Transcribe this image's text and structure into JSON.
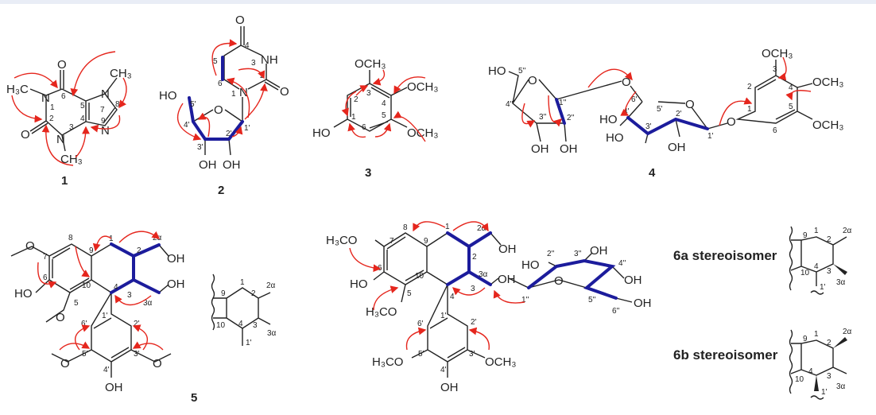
{
  "compounds": {
    "c1": {
      "number": "1",
      "labels": [
        "O",
        "H₃C",
        "N",
        "CH₃",
        "N",
        "N",
        "O",
        "N",
        "CH₃"
      ],
      "atoms": [
        "1",
        "2",
        "3",
        "4",
        "5",
        "6",
        "7",
        "8",
        "9"
      ]
    },
    "c2": {
      "number": "2",
      "labels": [
        "O",
        "NH",
        "O",
        "N",
        "HO",
        "O",
        "OH",
        "OH"
      ],
      "atoms": [
        "1",
        "2",
        "3",
        "4",
        "5",
        "6",
        "1'",
        "2'",
        "3'",
        "4'",
        "5'"
      ]
    },
    "c3": {
      "number": "3",
      "labels": [
        "OCH₃",
        "OCH₃",
        "OCH₃",
        "HO"
      ],
      "atoms": [
        "1",
        "2",
        "3",
        "4",
        "5",
        "6"
      ]
    },
    "c4": {
      "number": "4",
      "labels": [
        "HO",
        "O",
        "OH",
        "OH",
        "O",
        "O",
        "HO",
        "HO",
        "OH",
        "O",
        "OCH₃",
        "OCH₃",
        "OCH₃"
      ],
      "atoms": [
        "5''",
        "4''",
        "3''",
        "2''",
        "1''",
        "6'",
        "5'",
        "4'",
        "3'",
        "2'",
        "1'",
        "1",
        "2",
        "3",
        "4",
        "5",
        "6"
      ]
    },
    "c5": {
      "number": "5",
      "labels": [
        "O",
        "HO",
        "O",
        "OH",
        "OH",
        "O",
        "O",
        "OH"
      ],
      "atoms": [
        "1",
        "2",
        "2α",
        "3",
        "3α",
        "4",
        "5",
        "6",
        "7",
        "8",
        "9",
        "10",
        "1'",
        "2'",
        "3'",
        "4'",
        "5'",
        "6'"
      ],
      "fragment": [
        "1",
        "2",
        "2α",
        "3",
        "3α",
        "4",
        "9",
        "10",
        "1'"
      ]
    },
    "c6": {
      "labels": [
        "H₃CO",
        "HO",
        "H₃CO",
        "OH",
        "OH",
        "O",
        "HO",
        "OH",
        "OH",
        "OH",
        "H₃CO",
        "OCH₃",
        "OH"
      ],
      "atoms": [
        "1",
        "2",
        "2α",
        "3",
        "3α",
        "4",
        "5",
        "6",
        "7",
        "8",
        "9",
        "10",
        "1'",
        "2'",
        "3'",
        "4'",
        "5'",
        "6'",
        "1''",
        "2''",
        "3''",
        "4''",
        "5''",
        "6''"
      ]
    }
  },
  "stereoisomers": [
    {
      "label": "6a stereoisomer",
      "atoms": [
        "1",
        "2",
        "2α",
        "3",
        "3α",
        "4",
        "9",
        "10",
        "1'"
      ]
    },
    {
      "label": "6b stereoisomer",
      "atoms": [
        "1",
        "2",
        "2α",
        "3",
        "3α",
        "4",
        "9",
        "10",
        "1'"
      ]
    }
  ],
  "colors": {
    "hmbc_arrow": "#e5261d",
    "cosy_bond": "#1c1c9c"
  }
}
